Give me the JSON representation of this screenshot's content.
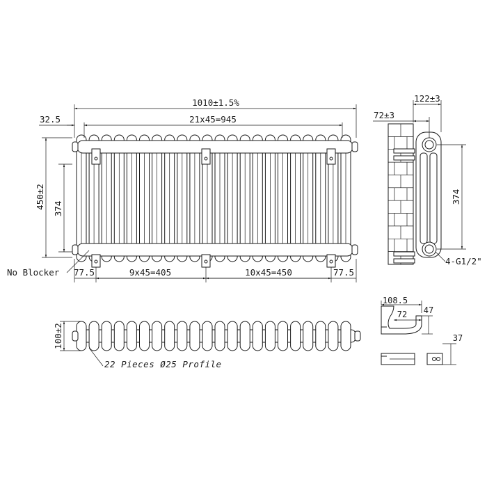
{
  "front_view": {
    "overall_width": "1010±1.5%",
    "pitch_total": "21x45=945",
    "left_offset": "32.5",
    "height_label": "450±2",
    "centres_label": "374",
    "no_blocker_label": "No Blocker",
    "bottom_left_end": "77.5",
    "bottom_left_span": "9x45=405",
    "bottom_right_span": "10x45=450",
    "bottom_right_end": "77.5",
    "section_count": 22
  },
  "side_view": {
    "depth_label": "122±3",
    "wall_gap_label": "72±3",
    "centres_label": "374",
    "connection_label": "4-G1/2\""
  },
  "top_view": {
    "depth_label": "100±2",
    "profile_label": "22 Pieces Ø25 Profile",
    "section_count": 22
  },
  "bracket_detail": {
    "length_label": "108.5",
    "inner_label": "72",
    "height_label": "47",
    "clip_label": "37"
  }
}
